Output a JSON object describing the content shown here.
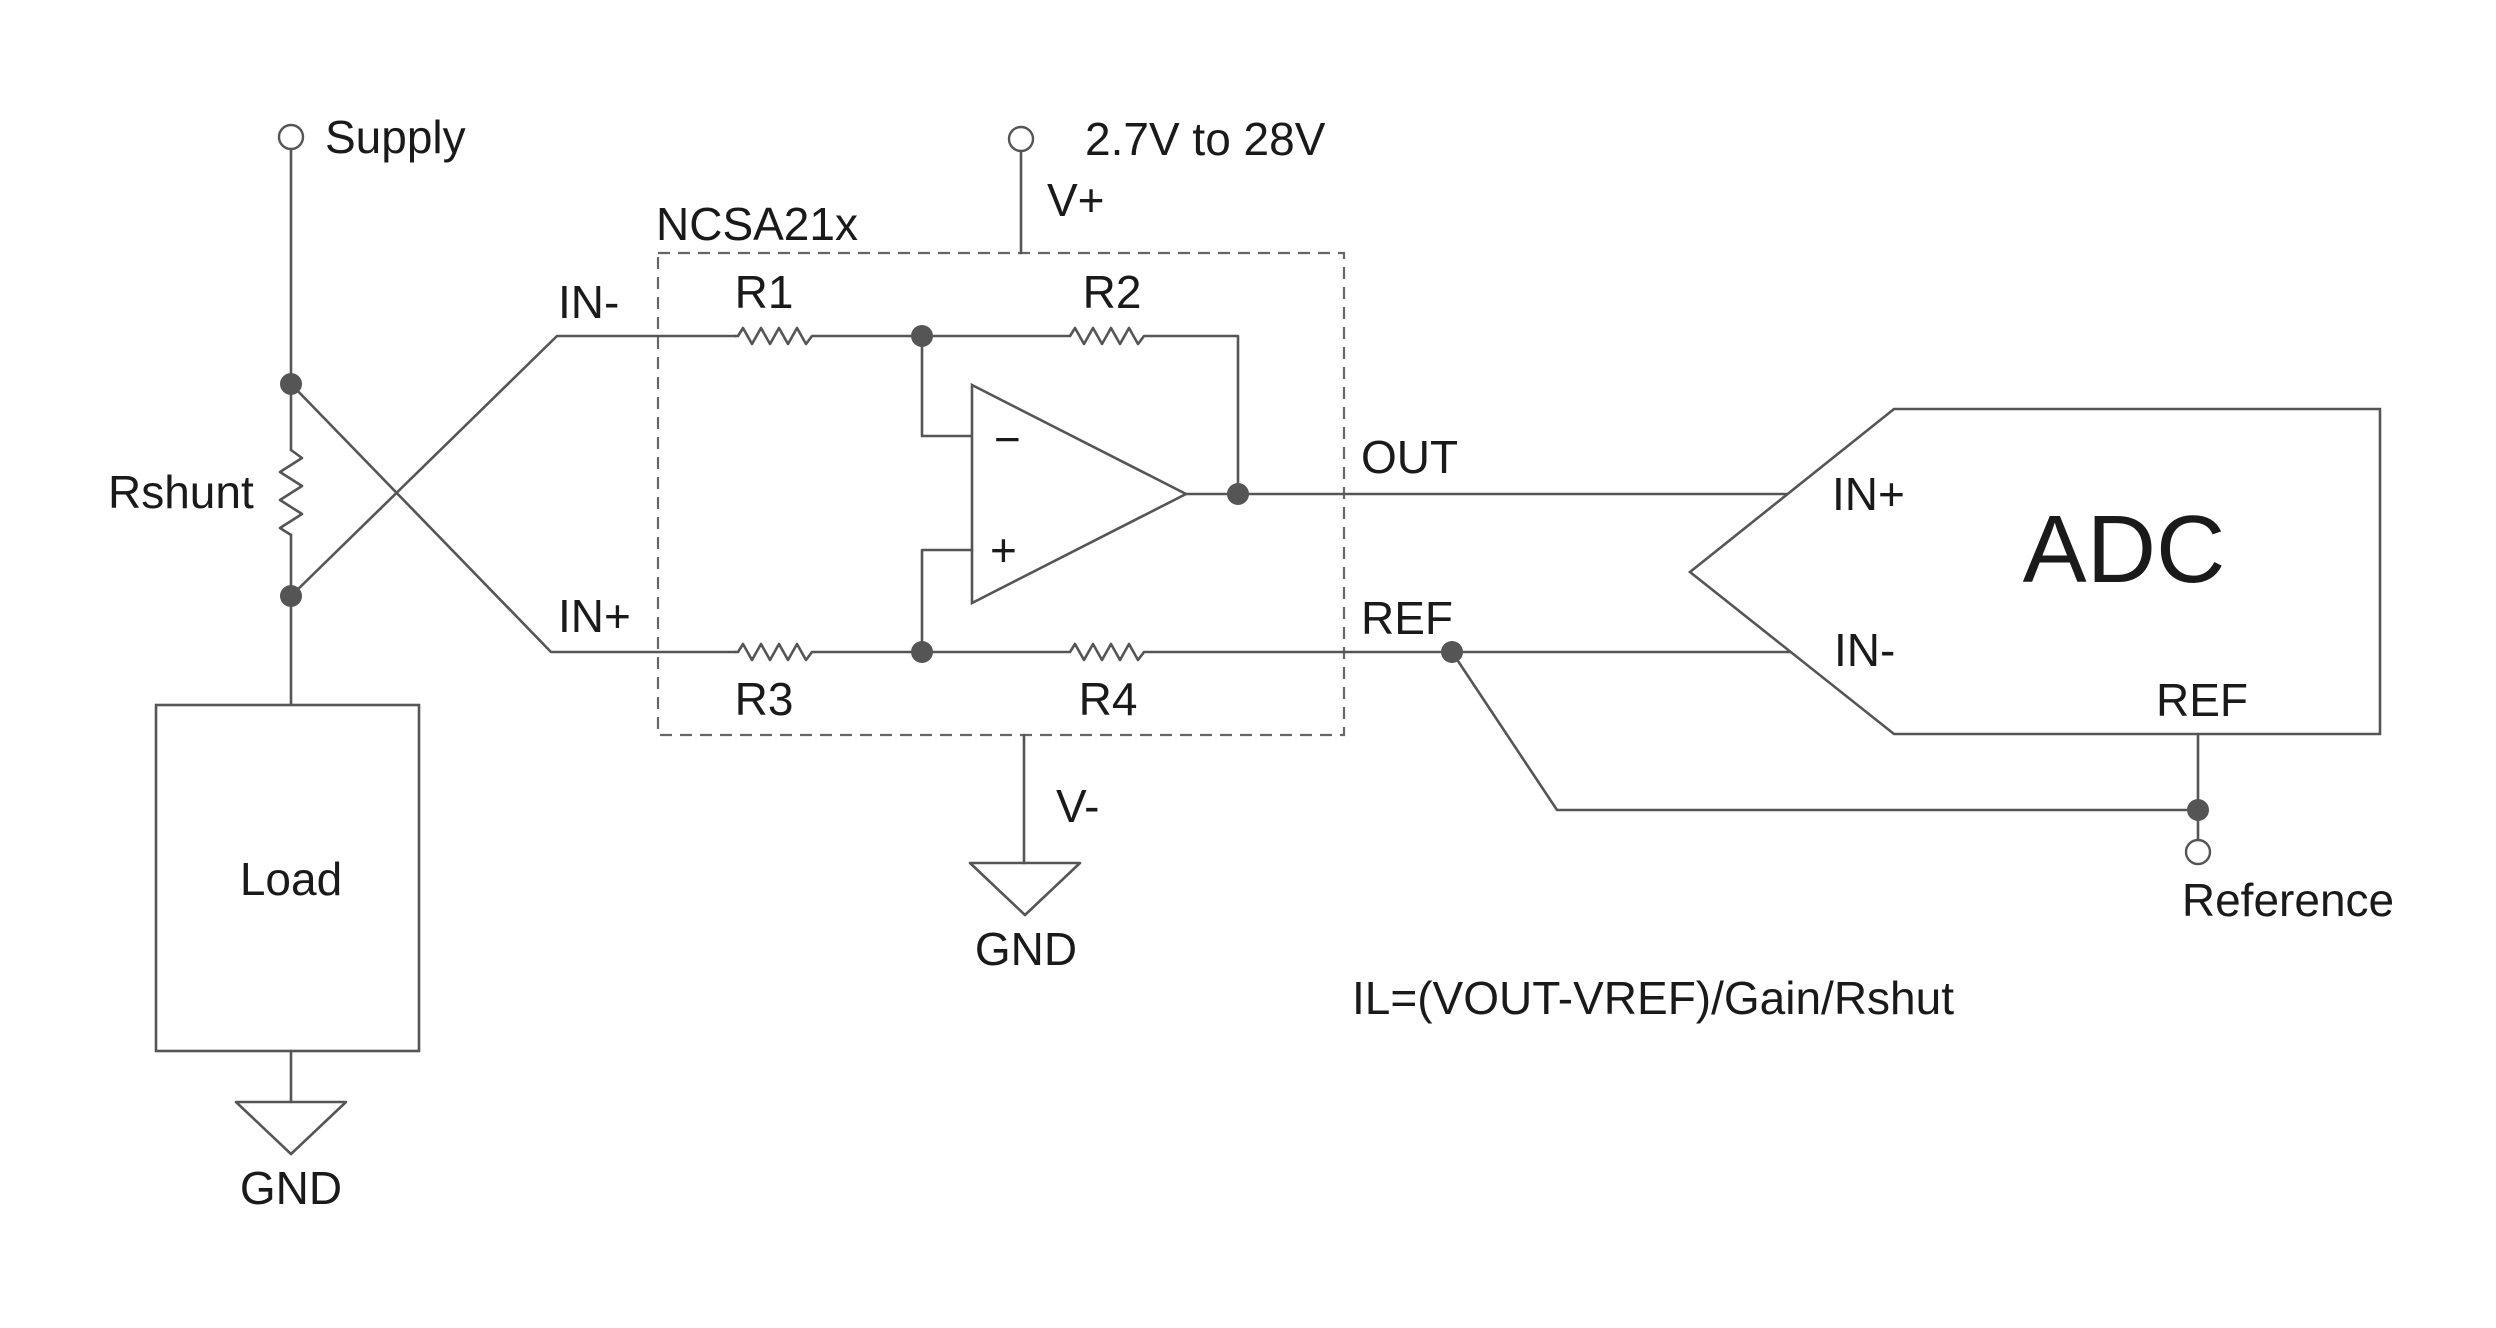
{
  "labels": {
    "supply": "Supply",
    "vrange": "2.7V to 28V",
    "vplus": "V+",
    "vminus": "V-",
    "chip": "NCSA21x",
    "in_minus": "IN-",
    "in_plus": "IN+",
    "r1": "R1",
    "r2": "R2",
    "r3": "R3",
    "r4": "R4",
    "rshunt": "Rshunt",
    "load": "Load",
    "gnd_left": "GND",
    "gnd_mid": "GND",
    "out": "OUT",
    "ref": "REF",
    "adc": "ADC",
    "adc_in_plus": "IN+",
    "adc_in_minus": "IN-",
    "adc_ref": "REF",
    "reference": "Reference",
    "formula": "IL=(VOUT-VREF)/Gain/Rshut"
  },
  "opamp": {
    "minus_symbol": "−",
    "plus_symbol": "+"
  }
}
